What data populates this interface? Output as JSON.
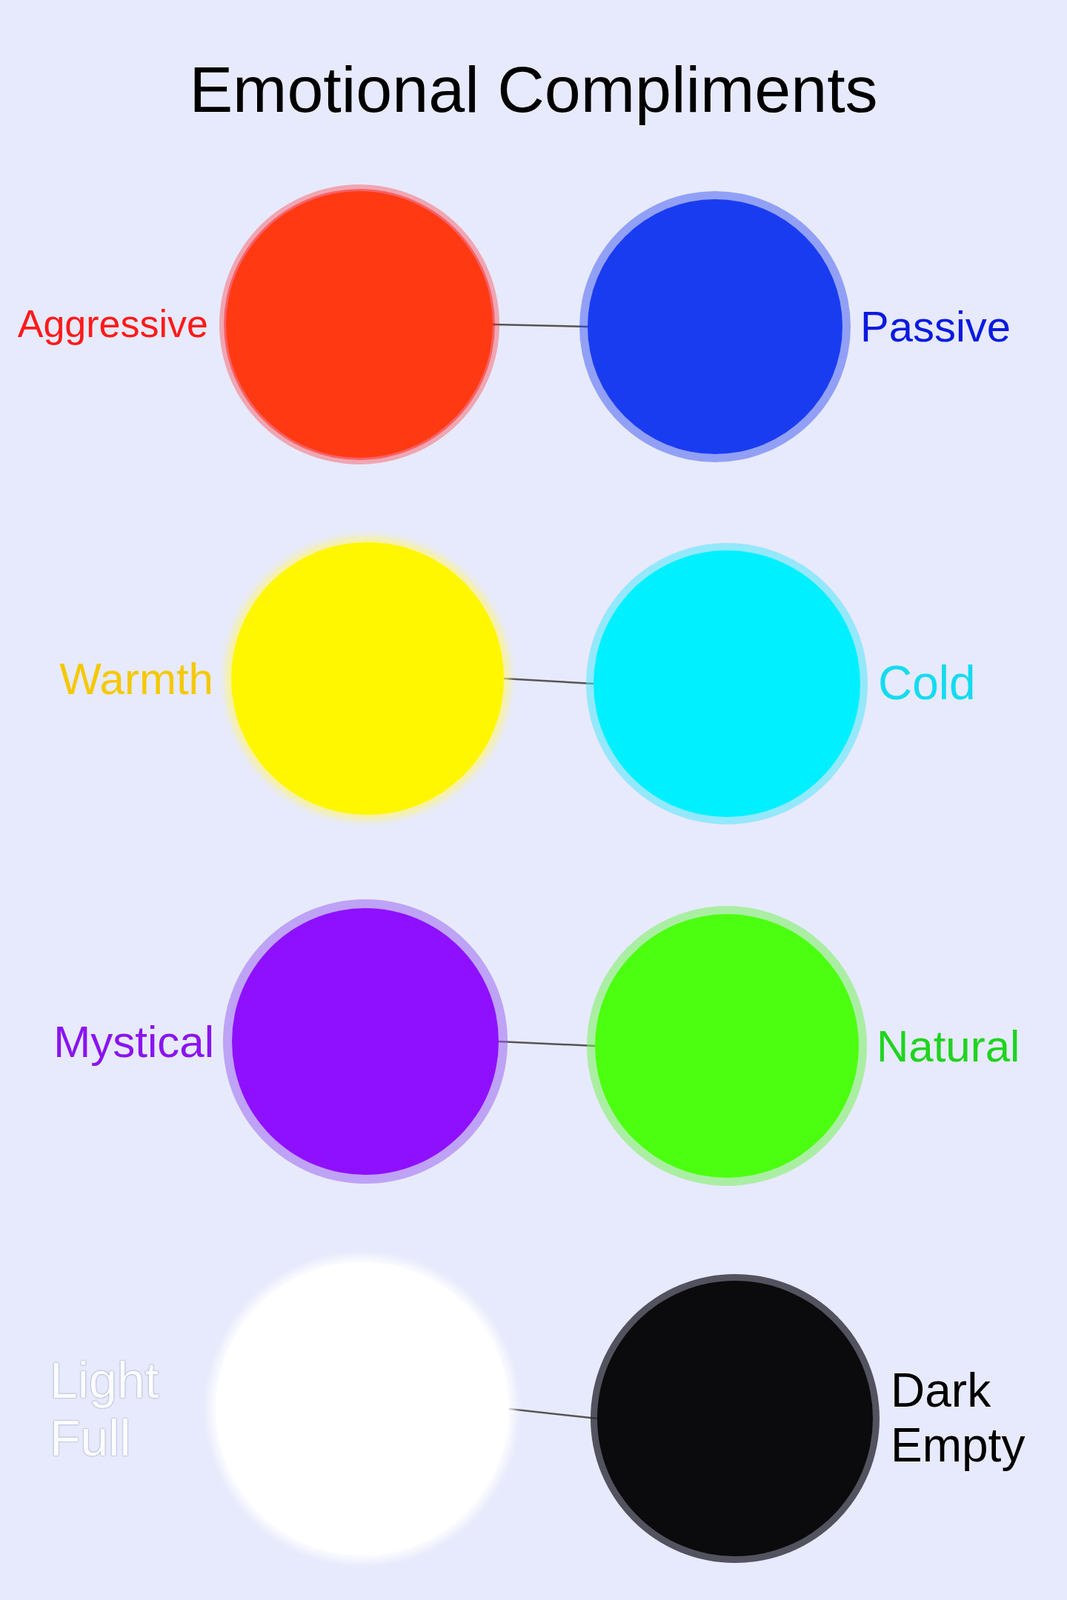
{
  "diagram": {
    "title": "Emotional Compliments",
    "nodes": [
      {
        "text": [
          "Aggressive"
        ]
      },
      {
        "text": [
          "Passive"
        ]
      },
      {
        "text": [
          "Warmth"
        ]
      },
      {
        "text": [
          "Cold"
        ]
      },
      {
        "text": [
          "Mystical"
        ]
      },
      {
        "text": [
          "Natural"
        ]
      },
      {
        "text": [
          "Light Full"
        ]
      },
      {
        "text": [
          "Dark Empty"
        ]
      }
    ],
    "edges": [
      {
        "from": 0,
        "to": 1,
        "arrow": "none"
      },
      {
        "from": 2,
        "to": 3,
        "arrow": "none"
      },
      {
        "from": 4,
        "to": 5,
        "arrow": "none"
      },
      {
        "from": 6,
        "to": 7,
        "arrow": "none"
      }
    ]
  }
}
